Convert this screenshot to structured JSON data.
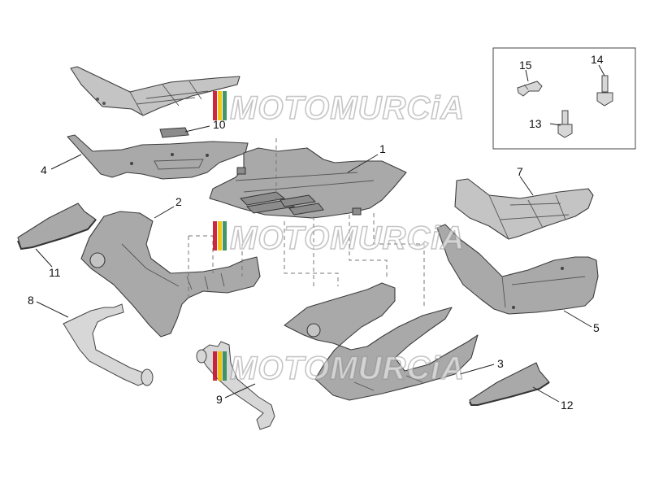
{
  "watermark": {
    "text": "MOTOMURCiA",
    "flag_colors": [
      "#c8102e",
      "#f1bf00",
      "#2e8b57"
    ]
  },
  "callouts": [
    {
      "id": "1",
      "label": "1"
    },
    {
      "id": "2",
      "label": "2"
    },
    {
      "id": "3",
      "label": "3"
    },
    {
      "id": "4",
      "label": "4"
    },
    {
      "id": "5",
      "label": "5"
    },
    {
      "id": "7",
      "label": "7"
    },
    {
      "id": "8",
      "label": "8"
    },
    {
      "id": "9",
      "label": "9"
    },
    {
      "id": "10",
      "label": "10"
    },
    {
      "id": "11",
      "label": "11"
    },
    {
      "id": "12",
      "label": "12"
    },
    {
      "id": "13",
      "label": "13"
    },
    {
      "id": "14",
      "label": "14"
    },
    {
      "id": "15",
      "label": "15"
    }
  ],
  "colors": {
    "part_fill": "#a9a9a9",
    "outline": "#3d3d3d",
    "background": "#ffffff"
  }
}
